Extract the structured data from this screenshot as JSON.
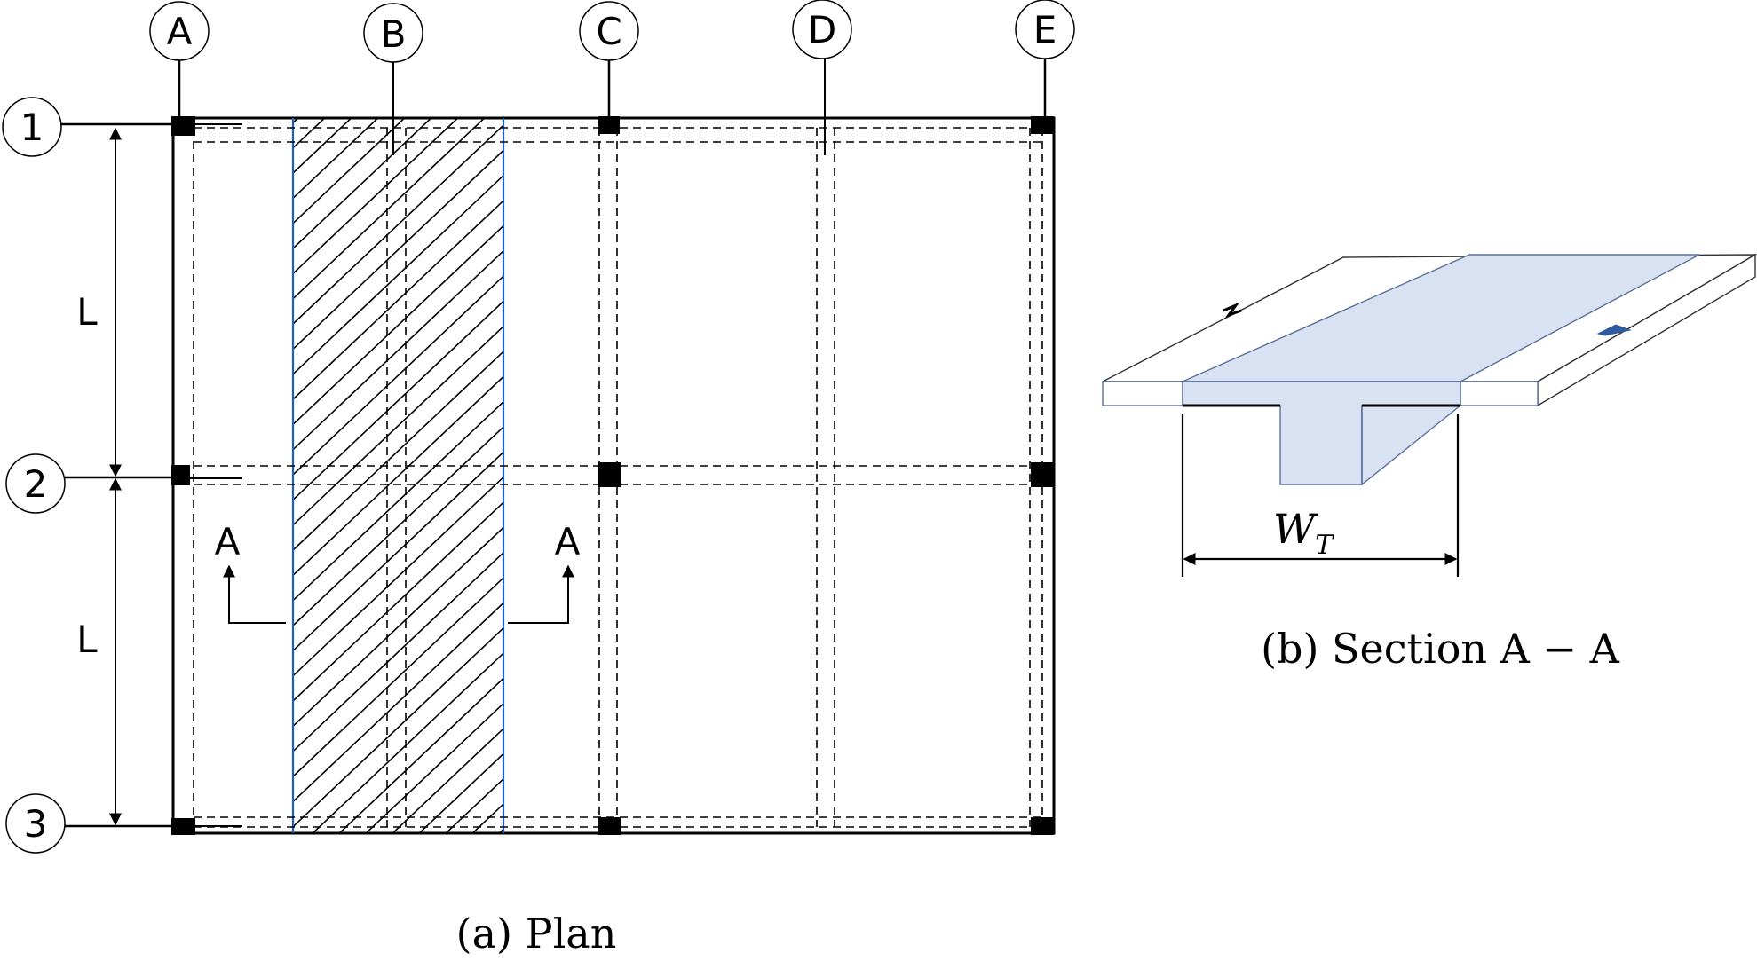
{
  "grid_columns": [
    "A",
    "B",
    "C",
    "D",
    "E"
  ],
  "grid_rows": [
    "1",
    "2",
    "3"
  ],
  "span_labels": [
    "L",
    "L"
  ],
  "section_marker_left": "A",
  "section_marker_right": "A",
  "tee_width_label": "W",
  "tee_width_subscript": "T",
  "caption_plan": "(a) Plan",
  "caption_section": "(b) Section A − A",
  "colors": {
    "line": "#000000",
    "strip_edge": "#1f5fbf",
    "tee_fill": "#d9e2f2",
    "tee_edge": "#5a6f9a"
  }
}
